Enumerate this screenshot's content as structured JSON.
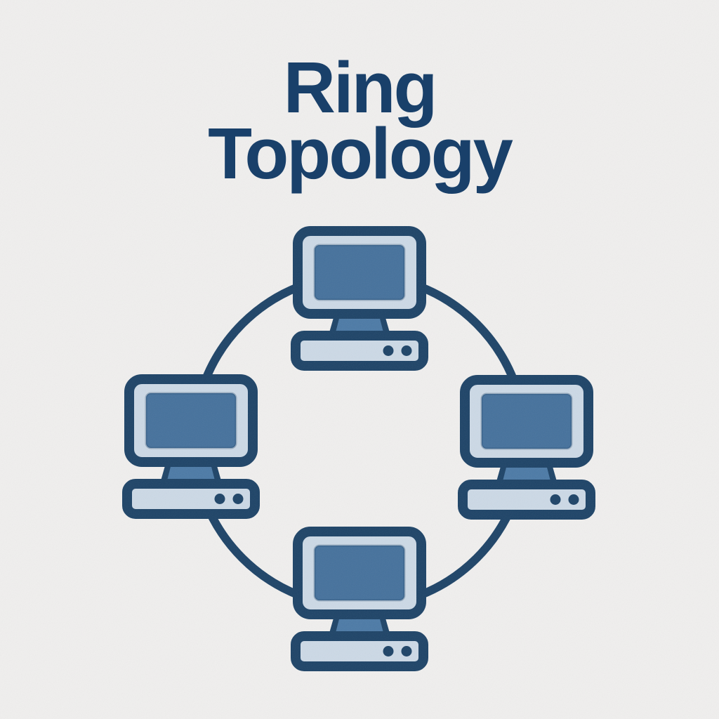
{
  "title": {
    "line1": "Ring",
    "line2": "Topology"
  },
  "colors": {
    "bg": "#f0efee",
    "ink": "#19406a",
    "outline": "#1d4367",
    "screen": "#45719c",
    "stand": "#4c7aa6",
    "panel": "#ccd9e6"
  },
  "diagram": {
    "topology": "ring",
    "node_count": 4,
    "nodes": [
      {
        "id": "top",
        "type": "computer"
      },
      {
        "id": "right",
        "type": "computer"
      },
      {
        "id": "bottom",
        "type": "computer"
      },
      {
        "id": "left",
        "type": "computer"
      }
    ],
    "links": [
      {
        "from": "top",
        "to": "right"
      },
      {
        "from": "right",
        "to": "bottom"
      },
      {
        "from": "bottom",
        "to": "left"
      },
      {
        "from": "left",
        "to": "top"
      }
    ]
  }
}
